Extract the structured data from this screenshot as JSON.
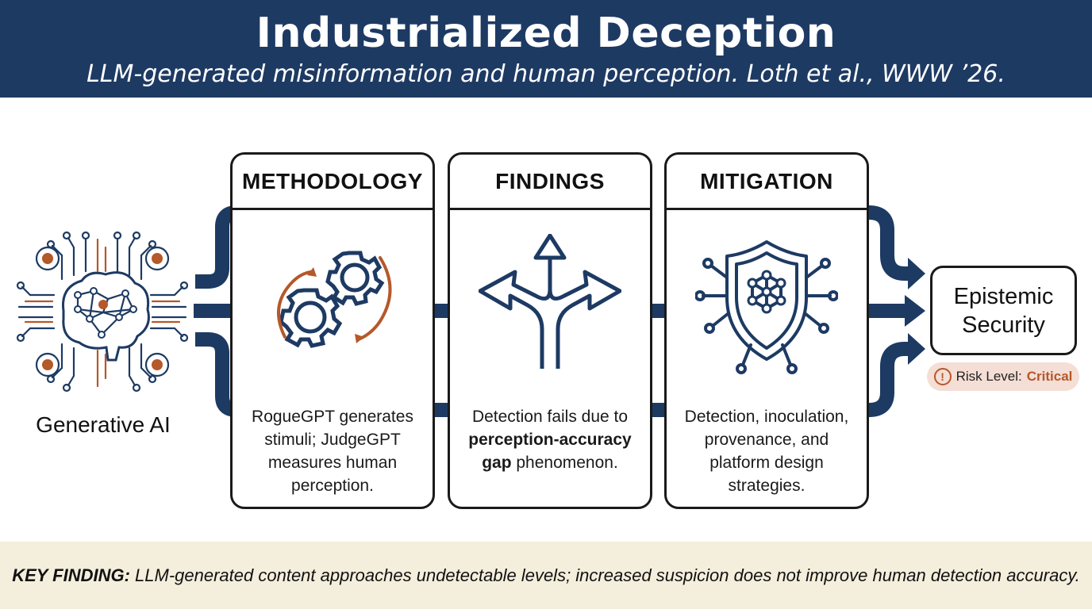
{
  "header": {
    "title": "Industrialized Deception",
    "subtitle": "LLM-generated misinformation and human perception. Loth et al., WWW ’26."
  },
  "source": {
    "label": "Generative AI",
    "icon": "circuit-brain-icon"
  },
  "stages": [
    {
      "title": "METHODOLOGY",
      "icon": "gears-cycle-icon",
      "description": "RogueGPT generates stimuli; JudgeGPT measures human perception."
    },
    {
      "title": "FINDINGS",
      "icon": "diverging-arrows-icon",
      "description_before": "Detection fails due to ",
      "description_bold": "perception-accuracy gap",
      "description_after": " phenomenon."
    },
    {
      "title": "MITIGATION",
      "icon": "network-shield-icon",
      "description": "Detection, inoculation, provenance, and platform design strategies."
    }
  ],
  "target": {
    "label": "Epistemic Security"
  },
  "risk": {
    "label": "Risk Level:",
    "value": "Critical",
    "icon": "warning-icon"
  },
  "footer": {
    "key": "KEY FINDING:",
    "text": " LLM-generated content approaches undetectable levels; increased suspicion does not improve human detection accuracy."
  },
  "colors": {
    "navy": "#1d3a63",
    "accent": "#b5582a",
    "footer_bg": "#f4eedc",
    "badge_bg": "#f4ded5"
  }
}
